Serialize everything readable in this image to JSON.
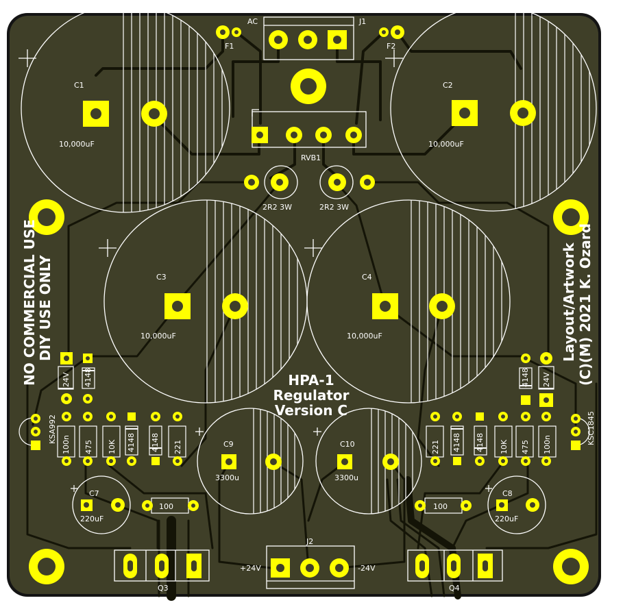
{
  "board": {
    "title_lines": [
      "HPA-1",
      "Regulator",
      "Version C"
    ],
    "left_notice": [
      "NO COMMERCIAL USE",
      "DIY USE ONLY"
    ],
    "right_notice": [
      "Layout/Artwork",
      "(C)(M) 2021 K. Ozard"
    ],
    "colors": {
      "board": "#3f3f28",
      "edge": "#141414",
      "copper_pad": "#ffff00",
      "silkscreen": "#ffffff",
      "trace": "#141407"
    }
  },
  "connectors": {
    "j1": {
      "ref": "J1",
      "label": "AC"
    },
    "j2": {
      "ref": "J2",
      "left_label": "+24V",
      "right_label": "-24V"
    }
  },
  "fuses": {
    "f1": "F1",
    "f2": "F2"
  },
  "bridge": {
    "ref": "RVB1"
  },
  "power_resistors": {
    "left": "2R2 3W",
    "right": "2R2 3W"
  },
  "capacitors": {
    "c1": {
      "ref": "C1",
      "value": "10,000uF"
    },
    "c2": {
      "ref": "C2",
      "value": "10,000uF"
    },
    "c3": {
      "ref": "C3",
      "value": "10,000uF"
    },
    "c4": {
      "ref": "C4",
      "value": "10,000uF"
    },
    "c7": {
      "ref": "C7",
      "value": "220uF"
    },
    "c8": {
      "ref": "C8",
      "value": "220uF"
    },
    "c9": {
      "ref": "C9",
      "value": "3300u"
    },
    "c10": {
      "ref": "C10",
      "value": "3300u"
    }
  },
  "transistors": {
    "q3": "Q3",
    "q4": "Q4",
    "left_small": "KSA992",
    "right_small": "KSC1845"
  },
  "left_parts": {
    "zener": "24V",
    "diode_a": "4148",
    "cap": "100n",
    "r475": "475",
    "r10k": "10K",
    "diode_b": "4148",
    "diode_c": "4148",
    "r221": "221",
    "r100": "100"
  },
  "right_parts": {
    "zener": "24V",
    "diode_a": "4148",
    "cap": "100n",
    "r475": "475",
    "r10k": "10K",
    "diode_b": "4148",
    "diode_c": "4148",
    "r221": "221",
    "r100": "100"
  }
}
